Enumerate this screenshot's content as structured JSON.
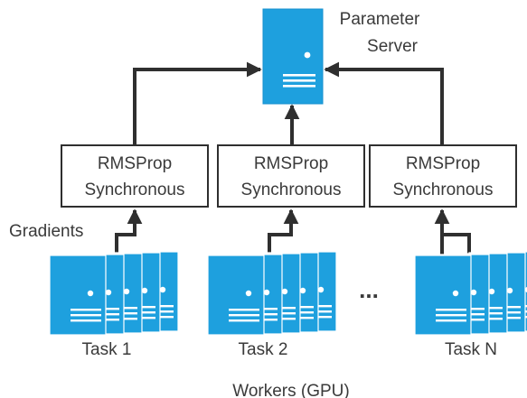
{
  "colors": {
    "server_fill": "#1ea0de",
    "server_stroke": "#1690cf",
    "worker_fill": "#1ea0de",
    "worker_stroke": "#ffffff",
    "detail": "#ffffff",
    "box_stroke": "#2f2f2f",
    "arrow": "#2f2f2f",
    "text": "#3a3a3a"
  },
  "icons": {
    "server": "server-icon",
    "worker": "gpu-worker-stack-icon"
  },
  "server": {
    "label_line1": "Parameter",
    "label_line2": "Server"
  },
  "optimizers": [
    {
      "line1": "RMSProp",
      "line2": "Synchronous"
    },
    {
      "line1": "RMSProp",
      "line2": "Synchronous"
    },
    {
      "line1": "RMSProp",
      "line2": "Synchronous"
    }
  ],
  "gradients_label": "Gradients",
  "tasks": [
    {
      "label": "Task 1"
    },
    {
      "label": "Task 2"
    },
    {
      "label": "Task N"
    }
  ],
  "ellipsis": "...",
  "workers_label": "Workers (GPU)"
}
